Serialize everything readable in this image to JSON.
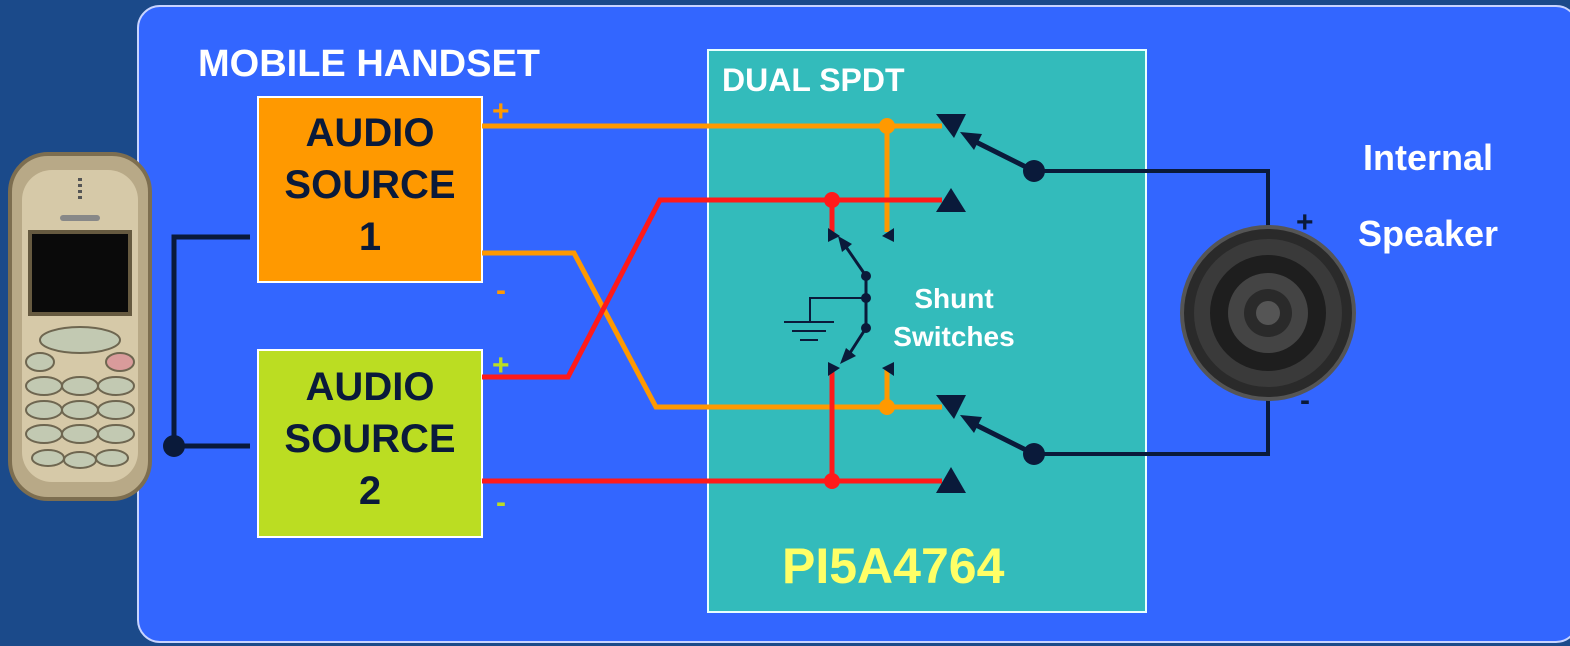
{
  "handset": {
    "title": "MOBILE HANDSET"
  },
  "sources": [
    {
      "line1": "AUDIO",
      "line2": "SOURCE",
      "line3": "1",
      "plus": "+",
      "minus": "-"
    },
    {
      "line1": "AUDIO",
      "line2": "SOURCE",
      "line3": "2",
      "plus": "+",
      "minus": "-"
    }
  ],
  "chip": {
    "title": "DUAL SPDT",
    "part_number": "PI5A4764",
    "shunt_line1": "Shunt",
    "shunt_line2": "Switches"
  },
  "speaker": {
    "line1": "Internal",
    "line2": "Speaker",
    "plus": "+",
    "minus": "-"
  },
  "colors": {
    "outer_background": "#1b4a8a",
    "panel": "#3366ff",
    "chip": "#33bbbb",
    "source1": "#ff9900",
    "source2": "#bbdd22",
    "wire_source1": "#ff9900",
    "wire_source2": "#ff1a1a",
    "wire_dark": "#0a1a3a",
    "part_number_text": "#ffff66"
  }
}
